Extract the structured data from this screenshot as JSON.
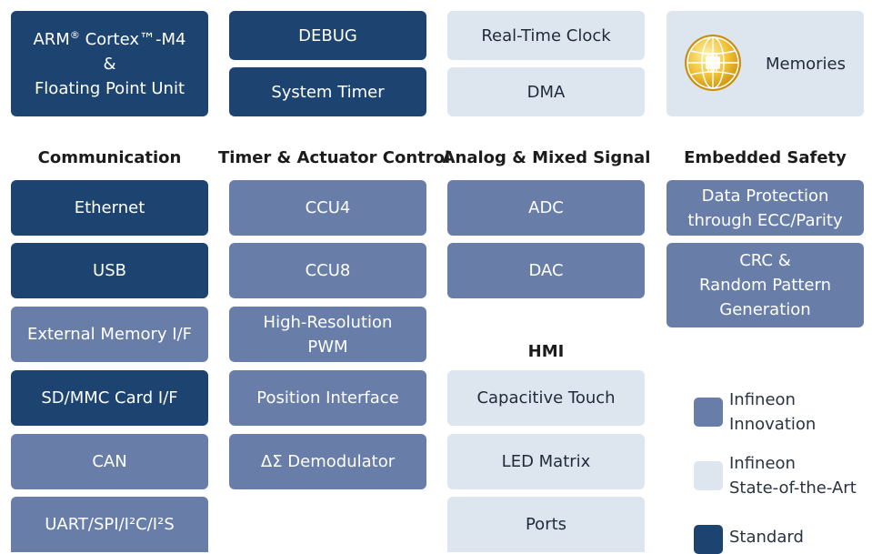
{
  "colors": {
    "standard": "#1d4471",
    "innovation": "#687ea8",
    "state_of_the_art": "#dde5ef"
  },
  "top": {
    "core": {
      "line1": "ARM® Cortex™-M4",
      "line2": "&",
      "line3": "Floating Point Unit"
    },
    "debug": "DEBUG",
    "system_timer": "System Timer",
    "rtc": "Real-Time Clock",
    "dma": "DMA",
    "memories": "Memories"
  },
  "headers": {
    "communication": "Communication",
    "timer": "Timer & Actuator Control",
    "analog": "Analog & Mixed Signal",
    "safety": "Embedded Safety",
    "hmi": "HMI"
  },
  "communication": {
    "ethernet": "Ethernet",
    "usb": "USB",
    "ext_mem": "External Memory I/F",
    "sdmmc": "SD/MMC Card I/F",
    "can": "CAN",
    "uart": "UART/SPI/I²C/I²S"
  },
  "timer": {
    "ccu4": "CCU4",
    "ccu8": "CCU8",
    "hrpwm": {
      "line1": "High-Resolution",
      "line2": "PWM"
    },
    "posif": "Position Interface",
    "dsd": "ΔΣ Demodulator"
  },
  "analog": {
    "adc": "ADC",
    "dac": "DAC"
  },
  "hmi": {
    "touch": "Capacitive Touch",
    "led": "LED Matrix",
    "ports": "Ports"
  },
  "safety": {
    "data_protection": {
      "line1": "Data Protection",
      "line2": "through ECC/Parity"
    },
    "crc": {
      "line1": "CRC &",
      "line2": "Random Pattern",
      "line3": "Generation"
    }
  },
  "legend": {
    "innovation": {
      "line1": "Infineon",
      "line2": "Innovation"
    },
    "sota": {
      "line1": "Infineon",
      "line2": "State-of-the-Art"
    },
    "standard": "Standard"
  },
  "icons": {
    "memories": "globe-icon"
  }
}
